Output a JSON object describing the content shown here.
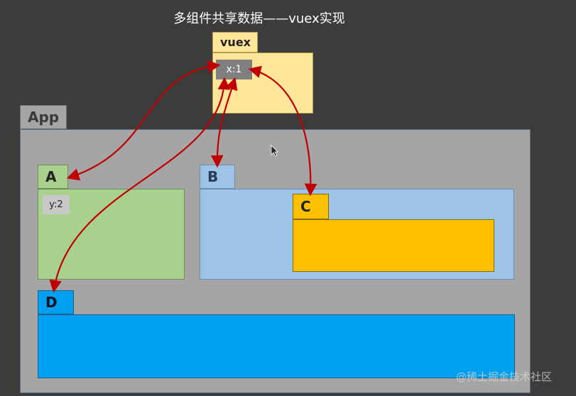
{
  "title": "多组件共享数据——vuex实现",
  "vuex": {
    "label": "vuex",
    "state": "x:1"
  },
  "app": {
    "label": "App"
  },
  "components": {
    "a": {
      "label": "A",
      "state": "y:2"
    },
    "b": {
      "label": "B"
    },
    "c": {
      "label": "C"
    },
    "d": {
      "label": "D"
    }
  },
  "watermark": "@稀土掘金技术社区",
  "colors": {
    "background": "#3c3c3c",
    "vuex": "#ffe699",
    "app": "#a5a5a5",
    "a": "#a9d18e",
    "b": "#9dc3e6",
    "c": "#ffc000",
    "d": "#00a0f0",
    "arrow": "#c00000"
  }
}
